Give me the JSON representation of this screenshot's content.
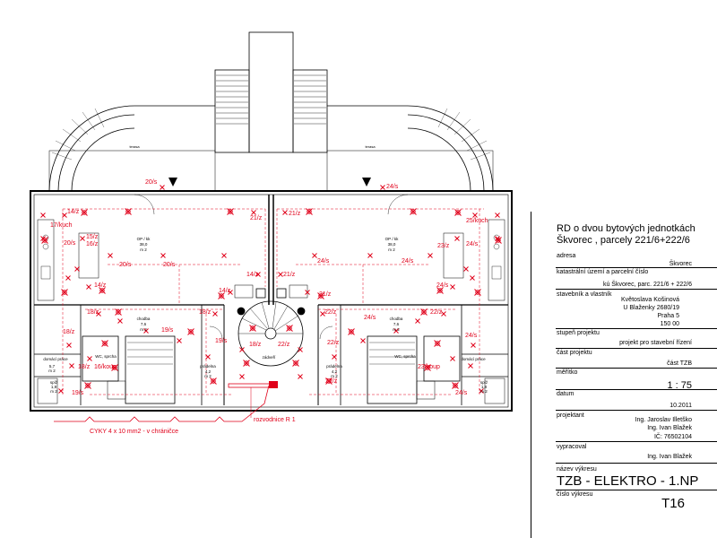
{
  "drawing": {
    "terrace_labels": [
      "terasa",
      "terasa"
    ],
    "outlets": [
      "20/s",
      "24/s",
      "17/kuch",
      "14/z",
      "21/z",
      "21/z",
      "25/kuch",
      "20/s",
      "15/z",
      "16/z",
      "23/z",
      "24/s",
      "20/s",
      "20/s",
      "24/s",
      "24/s",
      "14/z",
      "21/z",
      "14/z",
      "21/z",
      "14/z",
      "24/s",
      "18/z",
      "18/z",
      "22/z",
      "22/z",
      "18/z",
      "24/s",
      "24/s",
      "19/s",
      "19/s",
      "18/z",
      "22/z",
      "22/z",
      "18/z",
      "16/koup",
      "23/koup",
      "22/z",
      "19/s",
      "24/s"
    ],
    "rooms": {
      "op_kk_left": "OP / kk",
      "op_kk_left_area": "38,0",
      "op_kk_left_unit": "m 2",
      "op_kk_right": "OP / kk",
      "op_kk_right_area": "38,0",
      "op_kk_right_unit": "m 2",
      "chodba_left": "chodba",
      "chodba_left_area": "7,6",
      "chodba_left_unit": "m 2",
      "chodba_right": "chodba",
      "chodba_right_area": "7,6",
      "chodba_right_unit": "m 2",
      "pradel_left": "prádelna",
      "pradel_left_area": "4,2",
      "pradel_left_unit": "m 2",
      "pradel_right": "prádelna",
      "pradel_right_area": "4,2",
      "pradel_right_unit": "m 2",
      "zadveri": "zádveří",
      "wc_left": "WC, sprcha",
      "wc_right": "WC, sprcha",
      "domaci_left": "domácí práce",
      "domaci_right": "domácí práce",
      "area_left_1": "5,7",
      "area_left_1_unit": "m 2",
      "sp_left": "spíž",
      "sp_left_area": "1,9",
      "sp_left_unit": "m 2",
      "sp_right": "spíž",
      "sp_right_area": "1,8",
      "sp_right_unit": "m 2"
    },
    "cable_note": "CYKY 4 x 10 mm2 - v chráničce",
    "distributor": "rozvodnice R 1"
  },
  "title_block": {
    "title_line1": "RD o dvou bytových jednotkách",
    "title_line2": "Škvorec , parcely  221/6+222/6",
    "address_label": "adresa",
    "address_value": "Škvorec",
    "cadastral_label": "katastrální území a parcelní číslo",
    "cadastral_value": "kú Škvorec, parc. 221/6 + 222/6",
    "owner_label": "stavebník a vlastník",
    "owner_line1": "Květoslava Košinová",
    "owner_line2": "U Blaženky 2680/19",
    "owner_line3": "Praha 5",
    "owner_line4": "150 00",
    "stage_label": "stupeň projektu",
    "stage_value": "projekt pro stavební řízení",
    "part_label": "část projektu",
    "part_value": "část TZB",
    "scale_label": "měřítko",
    "scale_value": "1 : 75",
    "date_label": "datum",
    "date_value": "10.2011",
    "designer_label": "projektant",
    "designer_line1": "Ing. Jaroslav Illetško",
    "designer_line2": "Ing. Ivan Blažek",
    "designer_line3": "IČ: 76502104",
    "drafter_label": "vypracoval",
    "drafter_value": "Ing. Ivan Blažek",
    "drawing_name_label": "název výkresu",
    "drawing_name_value": "TZB - ELEKTRO - 1.NP",
    "drawing_no_label": "číslo výkresu",
    "drawing_no_value": "T16"
  },
  "colors": {
    "lines": "#000000",
    "electric": "#e0001a",
    "background": "#ffffff"
  }
}
